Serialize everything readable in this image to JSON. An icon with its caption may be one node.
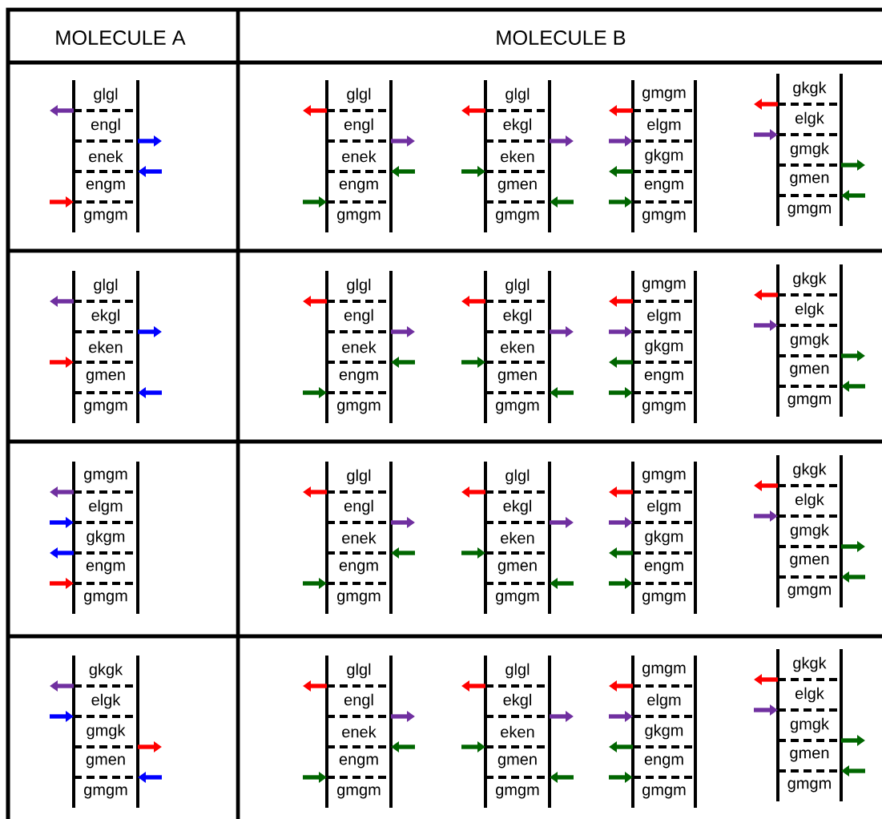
{
  "diagram": {
    "labels": [
      "MOLECULE A",
      "MOLECULE B",
      "glgl",
      "engl",
      "enek",
      "engm",
      "gmgm",
      "glgl",
      "engl",
      "enek",
      "engm",
      "gmgm",
      "glgl",
      "ekgl",
      "eken",
      "gmen",
      "gmgm",
      "gmgm",
      "elgm",
      "gkgm",
      "engm",
      "gmgm",
      "gkgk",
      "elgk",
      "gmgk",
      "gmen",
      "gmgm",
      "glgl",
      "ekgl",
      "eken",
      "gmen",
      "gmgm",
      "glgl",
      "engl",
      "enek",
      "engm",
      "gmgm",
      "glgl",
      "ekgl",
      "eken",
      "gmen",
      "gmgm",
      "gmgm",
      "elgm",
      "gkgm",
      "engm",
      "gmgm",
      "gkgk",
      "elgk",
      "gmgk",
      "gmen",
      "gmgm",
      "gmgm",
      "elgm",
      "gkgm",
      "engm",
      "gmgm",
      "glgl",
      "engl",
      "enek",
      "engm",
      "gmgm",
      "glgl",
      "ekgl",
      "eken",
      "gmen",
      "gmgm",
      "gmgm",
      "elgm",
      "gkgm",
      "engm",
      "gmgm",
      "gkgk",
      "elgk",
      "gmgk",
      "gmen",
      "gmgm",
      "gkgk",
      "elgk",
      "gmgk",
      "gmen",
      "gmgm",
      "glgl",
      "engl",
      "enek",
      "engm",
      "gmgm",
      "glgl",
      "ekgl",
      "eken",
      "gmen",
      "gmgm",
      "gmgm",
      "elgm",
      "gkgm",
      "engm",
      "gmgm",
      "gkgk",
      "elgk",
      "gmgk",
      "gmen",
      "gmgm"
    ]
  }
}
